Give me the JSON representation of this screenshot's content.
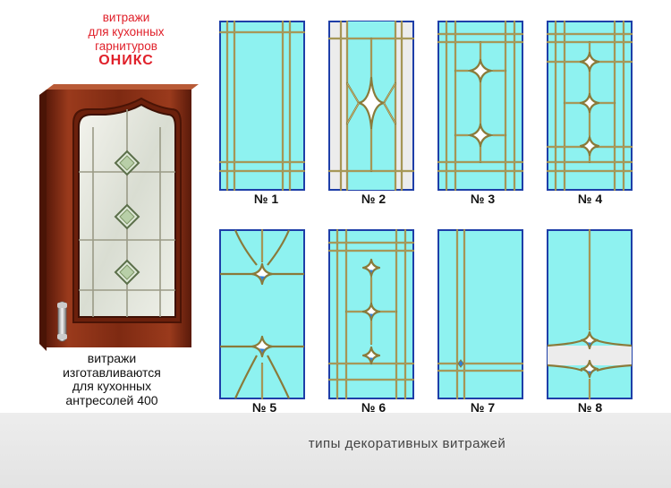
{
  "header": {
    "line1": "витражи",
    "line2": "для кухонных",
    "line3": "гарнитуров",
    "line4": "ОНИКС"
  },
  "note": {
    "line1": "витражи",
    "line2": "изготавливаются",
    "line3": "для кухонных",
    "line4": "антресолей 400"
  },
  "caption": "типы декоративных витражей",
  "panels": [
    {
      "label": "№ 1"
    },
    {
      "label": "№ 2"
    },
    {
      "label": "№ 3"
    },
    {
      "label": "№ 4"
    },
    {
      "label": "№ 5"
    },
    {
      "label": "№ 6"
    },
    {
      "label": "№ 7"
    },
    {
      "label": "№ 8"
    }
  ],
  "colors": {
    "glass": "#8ef2f0",
    "frosted": "#ececec",
    "lead": "#8a7a3a",
    "panel_border": "#1e3ea8",
    "wood": "#8a2e14",
    "title": "#e0202a",
    "jewel": "#2f7fd8"
  }
}
